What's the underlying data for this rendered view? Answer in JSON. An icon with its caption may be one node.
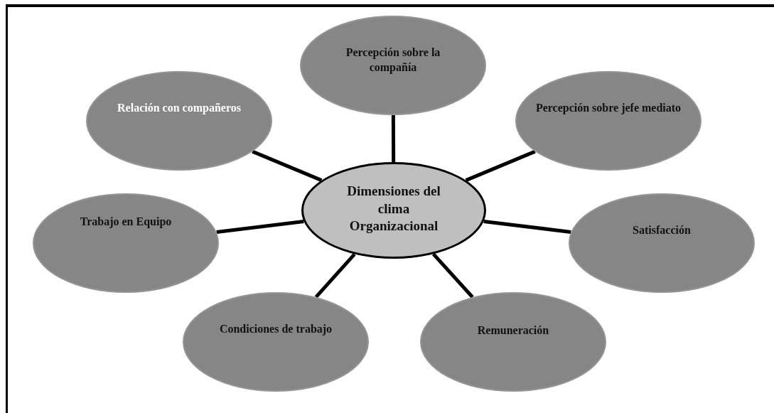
{
  "diagram": {
    "nodes": [
      {
        "text": [
          "Dimensiones del clima Organizacional"
        ]
      },
      {
        "text": [
          "Percepción sobre la compañía"
        ]
      },
      {
        "text": [
          "Relación con compañeros"
        ]
      },
      {
        "text": [
          "Percepción sobre jefe mediato"
        ]
      },
      {
        "text": [
          "Trabajo en Equipo"
        ]
      },
      {
        "text": [
          "Satisfacción"
        ]
      },
      {
        "text": [
          "Condiciones de trabajo"
        ]
      },
      {
        "text": [
          "Remuneración"
        ]
      }
    ],
    "edges": [
      {
        "from": 0,
        "to": 1,
        "arrow": "none"
      },
      {
        "from": 0,
        "to": 2,
        "arrow": "none"
      },
      {
        "from": 0,
        "to": 3,
        "arrow": "none"
      },
      {
        "from": 0,
        "to": 4,
        "arrow": "none"
      },
      {
        "from": 0,
        "to": 5,
        "arrow": "none"
      },
      {
        "from": 0,
        "to": 6,
        "arrow": "none"
      },
      {
        "from": 0,
        "to": 7,
        "arrow": "none"
      }
    ]
  }
}
